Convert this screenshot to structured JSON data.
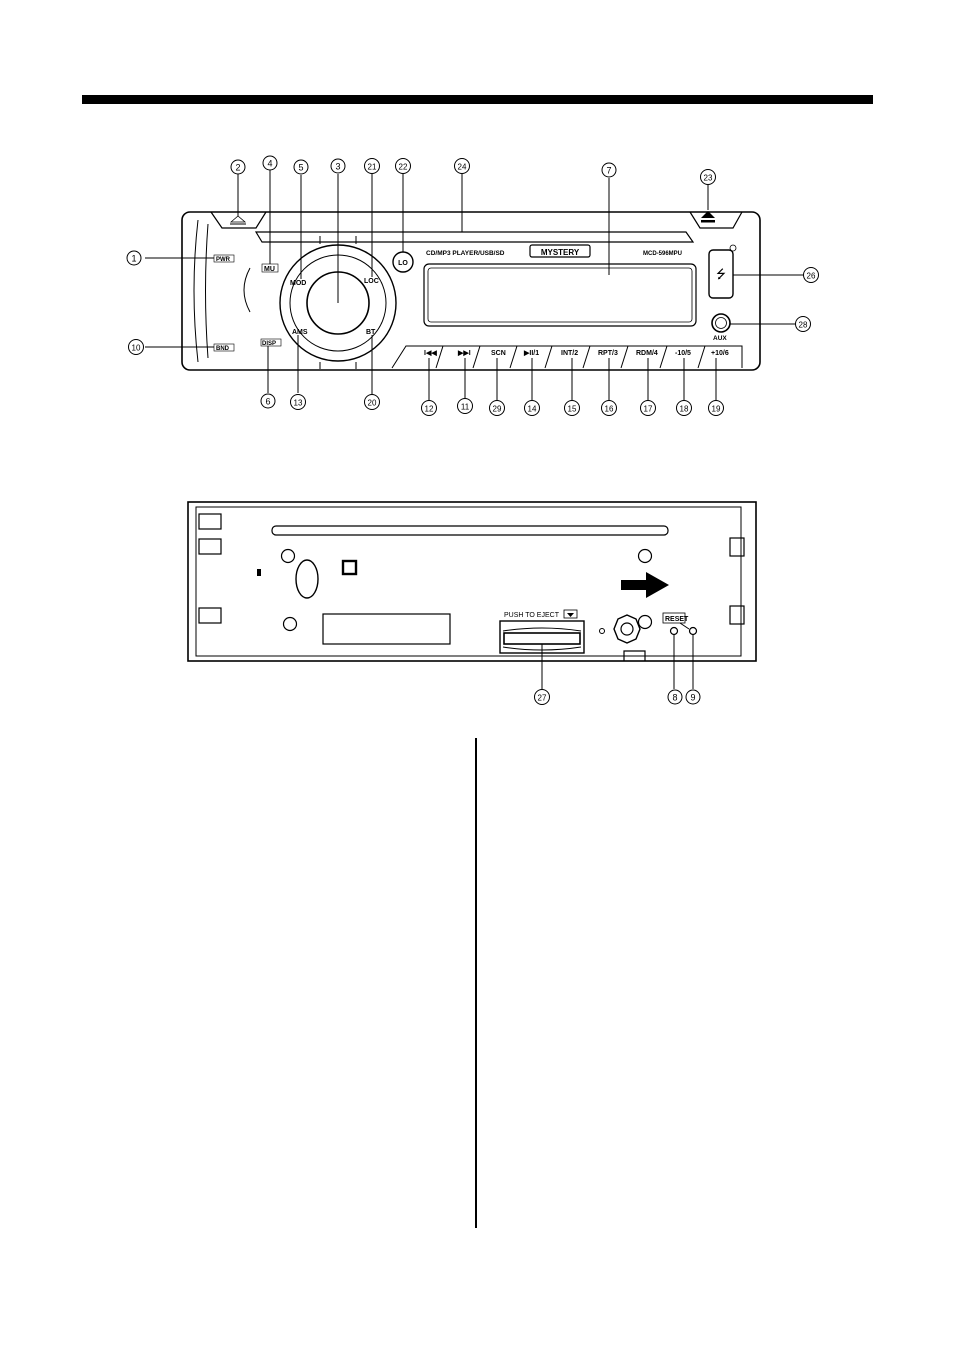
{
  "front_panel": {
    "slot_text": "CD/MP3 PLAYER/USB/SD",
    "brand": "MYSTERY",
    "model": "MCD-596MPU",
    "buttons": {
      "pwr": "PWR",
      "bnd": "BND",
      "mu": "MU",
      "disp": "DISP",
      "mod": "MOD",
      "ams": "AMS",
      "loc": "LOC",
      "bt": "BT",
      "lo": "LO",
      "aux": "AUX",
      "prev": "I◀◀",
      "next": "▶▶I",
      "scn": "SCN",
      "play": "▶II/1",
      "int": "INT/2",
      "rpt": "RPT/3",
      "rdm": "RDM/4",
      "m10": "-10/5",
      "p10": "+10/6"
    }
  },
  "back_panel": {
    "push_to_eject": "PUSH TO EJECT",
    "reset": "RESET"
  },
  "callouts": [
    "1",
    "2",
    "3",
    "4",
    "5",
    "6",
    "7",
    "8",
    "9",
    "10",
    "11",
    "12",
    "13",
    "14",
    "15",
    "16",
    "17",
    "18",
    "19",
    "20",
    "21",
    "22",
    "23",
    "24",
    "26",
    "27",
    "28",
    "29"
  ]
}
